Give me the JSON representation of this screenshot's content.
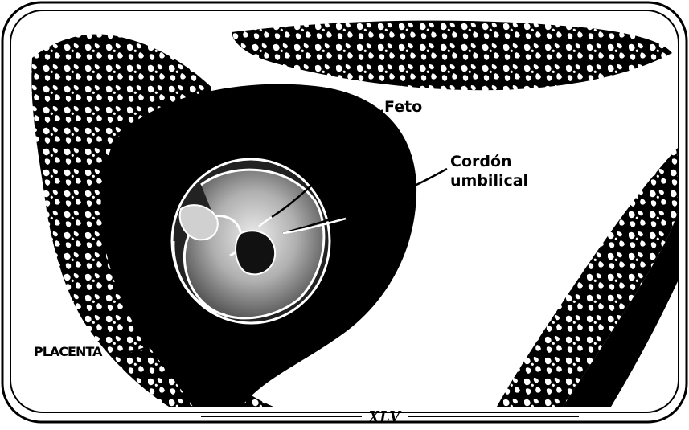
{
  "labels": {
    "feto": "Feto",
    "cordon_line1": "Cordón",
    "cordon_line2": "umbilical",
    "placenta": "PLACENTA"
  },
  "plate_number": "XLV",
  "colors": {
    "ink": "#000000",
    "paper": "#ffffff",
    "fetus_shade": "#8a8a8a",
    "fetus_highlight": "#e6e6e6"
  }
}
